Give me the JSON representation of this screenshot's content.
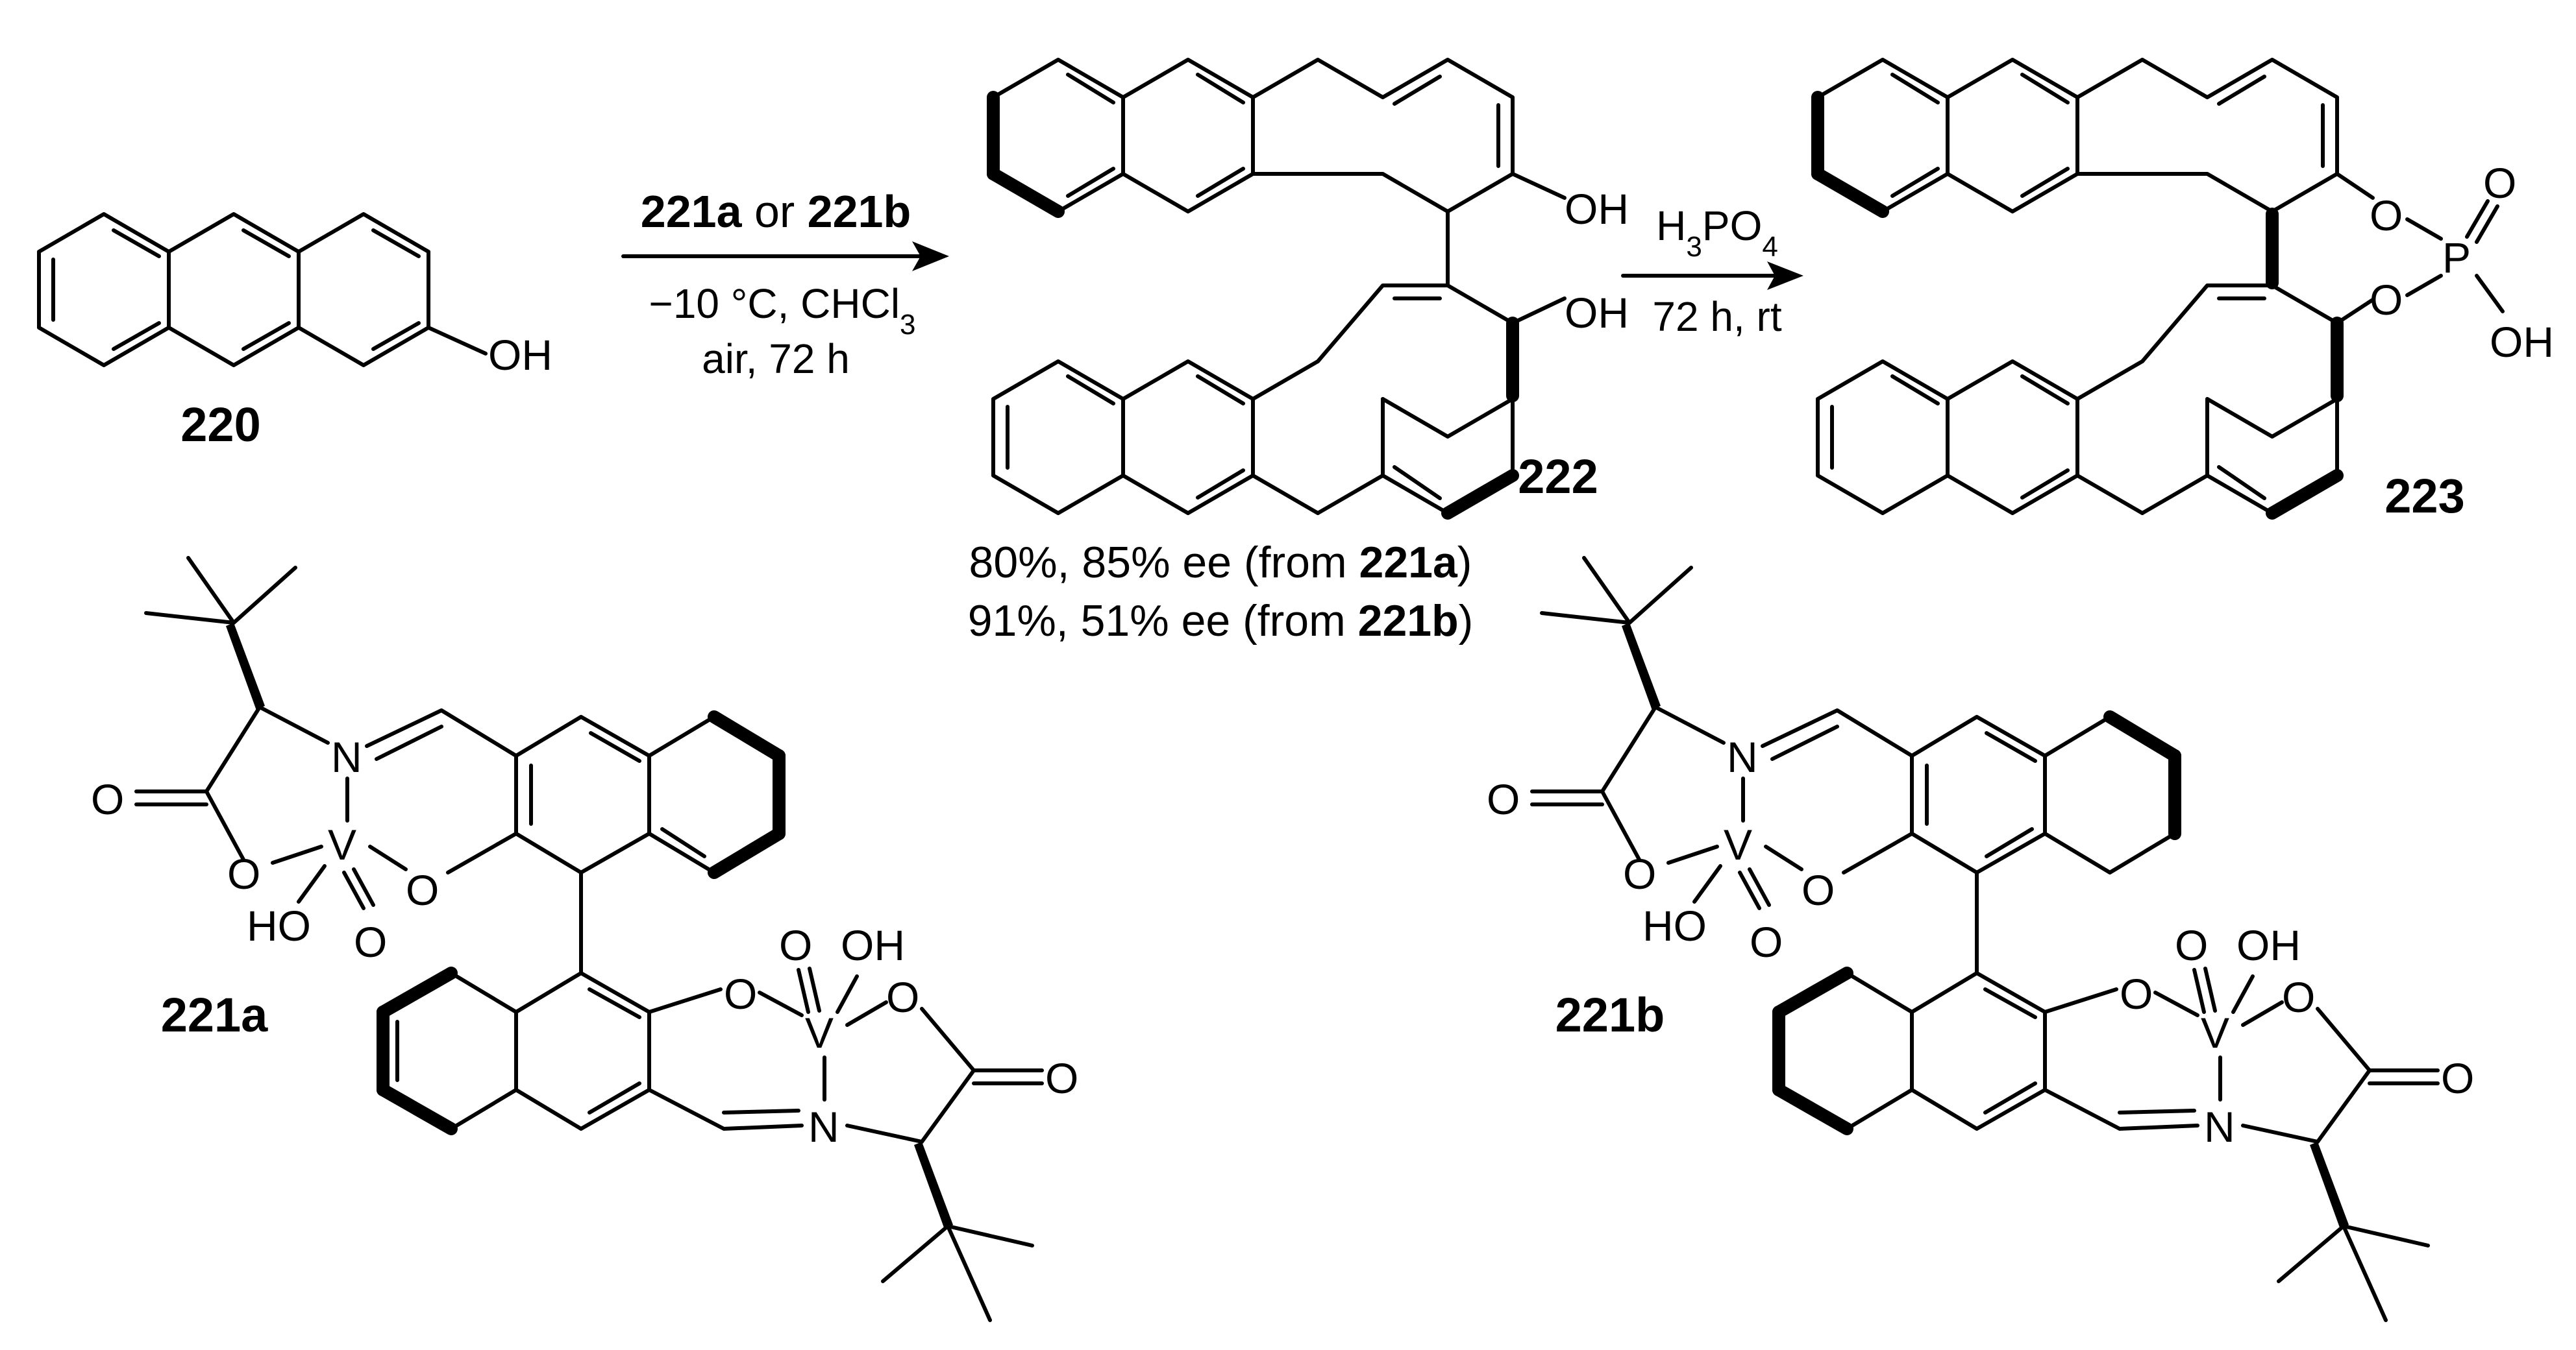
{
  "compounds": {
    "c220": "220",
    "c222": "222",
    "c223": "223",
    "c221a": "221a",
    "c221b": "221b"
  },
  "arrow1": {
    "reagent_a": "221a",
    "reagent_or": " or ",
    "reagent_b": "221b",
    "temp": "−10 °C, CHCl",
    "temp_sub": "3",
    "time": "air, 72 h"
  },
  "arrow2": {
    "acid_h": "H",
    "acid_sub1": "3",
    "acid_po": "PO",
    "acid_sub2": "4",
    "time": "72 h, rt"
  },
  "yields": {
    "line1_pre": "80%, 85% ee (from ",
    "line1_bold": "221a",
    "line1_post": ")",
    "line2_pre": "91%, 51% ee (from ",
    "line2_bold": "221b",
    "line2_post": ")"
  },
  "atoms": {
    "oh": "OH",
    "ho": "HO",
    "o": "O",
    "p": "P",
    "n": "N",
    "v": "V"
  }
}
